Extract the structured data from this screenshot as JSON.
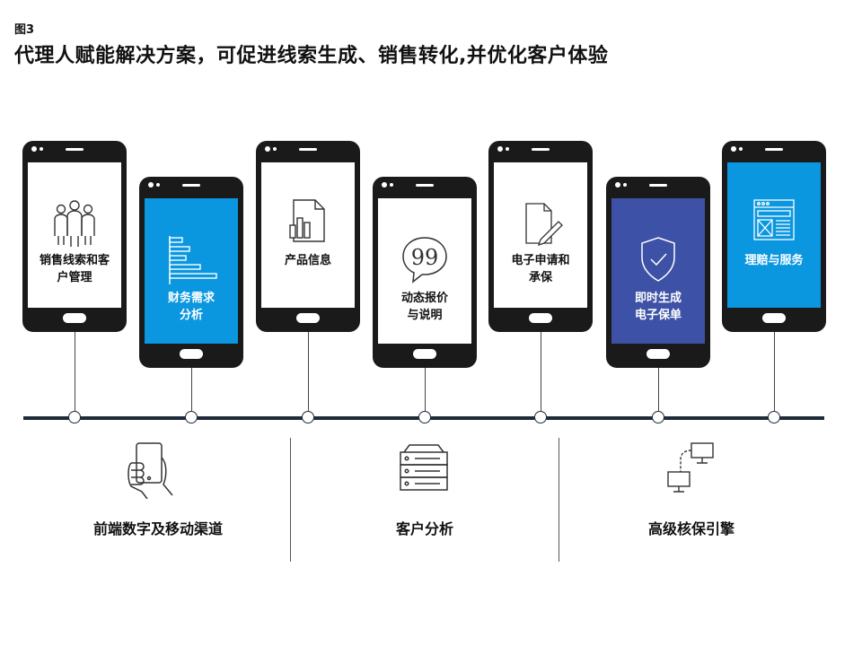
{
  "figure_label": "图3",
  "title": "代理人赋能解决方案，可促进线索生成、销售转化,并优化客户体验",
  "phones": [
    {
      "label": "销售线索和客\n户管理",
      "icon": "people-group-icon",
      "screen": "white"
    },
    {
      "label": "财务需求\n分析",
      "icon": "bar-chart-icon",
      "screen": "blue-light"
    },
    {
      "label": "产品信息",
      "icon": "document-chart-icon",
      "screen": "white"
    },
    {
      "label": "动态报价\n与说明",
      "icon": "quote-bubble-icon",
      "screen": "white"
    },
    {
      "label": "电子申请和\n承保",
      "icon": "document-pen-icon",
      "screen": "white"
    },
    {
      "label": "即时生成\n电子保单",
      "icon": "shield-check-icon",
      "screen": "blue-dark"
    },
    {
      "label": "理赔与服务",
      "icon": "webpage-layout-icon",
      "screen": "blue-light"
    }
  ],
  "bottom": [
    {
      "label": "前端数字及移动渠道",
      "icon": "hand-phone-icon"
    },
    {
      "label": "客户分析",
      "icon": "server-icon"
    },
    {
      "label": "高级核保引擎",
      "icon": "network-computers-icon"
    }
  ],
  "colors": {
    "blue_light": "#0a97e0",
    "blue_dark": "#3d52a6",
    "phone_body": "#1a1a1a",
    "timeline": "#1f2b3a"
  }
}
